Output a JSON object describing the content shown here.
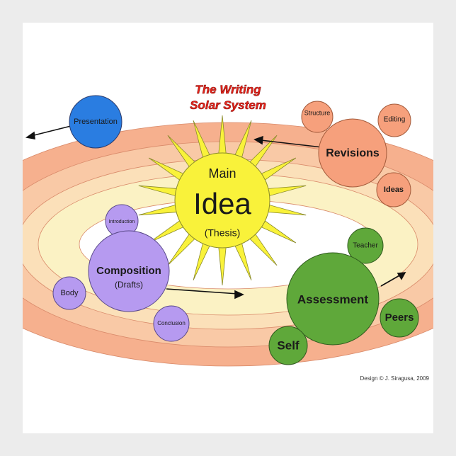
{
  "title": {
    "line1": "The Writing",
    "line2": "Solar System"
  },
  "sun": {
    "line1": "Main",
    "line2": "Idea",
    "line3": "(Thesis)",
    "color": "#f9f23a"
  },
  "planets": {
    "presentation": {
      "label": "Presentation",
      "color": "#2a7de1"
    },
    "revisions": {
      "label": "Revisions",
      "color": "#f6a07c",
      "moons": {
        "structure": "Structure",
        "editing": "Editing",
        "ideas": "Ideas"
      }
    },
    "composition": {
      "label": "Composition",
      "sublabel": "(Drafts)",
      "color": "#b69af0",
      "moons": {
        "introduction": "Introduction",
        "body": "Body",
        "conclusion": "Conclusion"
      }
    },
    "assessment": {
      "label": "Assessment",
      "color": "#5fa83a",
      "moons": {
        "teacher": "Teacher",
        "peers": "Peers",
        "self": "Self"
      }
    }
  },
  "credit": "Design © J. Siragusa, 2009",
  "orbit_colors": [
    "#f6b08e",
    "#f9c9a6",
    "#fbe0b9",
    "#fbf2c4",
    "#ffffff"
  ]
}
